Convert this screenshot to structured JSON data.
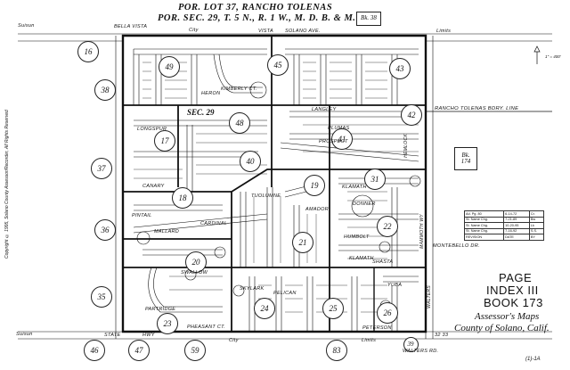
{
  "title": {
    "line1": "POR. LOT 37, RANCHO TOLENAS",
    "line2": "POR. SEC. 29, T. 5 N., R. 1 W., M. D. B. & M. EXT."
  },
  "page_index": {
    "page_label": "PAGE",
    "index_label": "INDEX III",
    "book_label": "BOOK 173",
    "assessor_line1": "Assessor's Maps",
    "assessor_line2": "County of Solano, Calif."
  },
  "book_ref_top": "Bk. 38",
  "book_ref_right": "Bk.\n174",
  "section_label": "SEC. 29",
  "boundary_label": "RANCHO  TOLENAS  BDRY.  LINE",
  "copyright": "Copyright © 1995, Solano County Assessor/Recorder, All Rights Reserved",
  "scale_label": "1\" = 400'",
  "page_numbers": [
    {
      "n": "16"
    },
    {
      "n": "38"
    },
    {
      "n": "37"
    },
    {
      "n": "36"
    },
    {
      "n": "35"
    },
    {
      "n": "46"
    },
    {
      "n": "47"
    },
    {
      "n": "59"
    },
    {
      "n": "83"
    },
    {
      "n": "42"
    },
    {
      "n": "43"
    },
    {
      "n": "45"
    },
    {
      "n": "49"
    },
    {
      "n": "48"
    },
    {
      "n": "41"
    },
    {
      "n": "40"
    },
    {
      "n": "17"
    },
    {
      "n": "18"
    },
    {
      "n": "19"
    },
    {
      "n": "31"
    },
    {
      "n": "22"
    },
    {
      "n": "21"
    },
    {
      "n": "20"
    },
    {
      "n": "23"
    },
    {
      "n": "24"
    },
    {
      "n": "25"
    },
    {
      "n": "26"
    },
    {
      "n": "39"
    }
  ],
  "streets": {
    "suisun_top": "Suisun",
    "bella_vista": "BELLA VISTA",
    "solano_ave": "SOLANO AVE.",
    "city": "City",
    "limits": "Limits",
    "vista": "VISTA",
    "langley": "LANGLEY",
    "plumas": "PLUMAS",
    "prospect": "PROSPECT",
    "klamath": "KLAMATH",
    "amador": "AMADOR",
    "donner": "DONNER",
    "humbolt": "HUMBOLT",
    "shasta": "SHASTA",
    "yuba": "YUBA",
    "hemlock": "HEMLOCK",
    "walters": "WALTERS",
    "mammoth": "MAMMOTH WY",
    "montebello": "MONTEBELLO DR.",
    "tuolumne": "TUOLUMNE",
    "peterson": "PETERSON",
    "state": "STATE",
    "hwy": "HWY",
    "suisun_bottom": "Suisun",
    "city_bottom": "City",
    "limits_bottom": "Limits",
    "walters_rd": "WALTERS RD.",
    "pheasant": "PHEASANT CT.",
    "partridge": "PARTRIDGE",
    "swallow": "SWALLOW",
    "skylark": "SKYLARK",
    "pelican": "PELICAN",
    "heron": "HERON",
    "kimberly": "KIMBERLY CT.",
    "cardinal": "CARDINAL",
    "pintail": "PINTAIL",
    "mallard": "MALLARD",
    "canary": "CANARY",
    "longspur": "LONGSPUR"
  },
  "revision_table": {
    "rows": [
      [
        "Ad. Pg. 80",
        "6-14-72",
        "Cr."
      ],
      [
        "St. Name Chg.",
        "7-21-89",
        "Bw"
      ],
      [
        "St. Name Chg.",
        "10-20-95",
        "Lk"
      ],
      [
        "St. Name Chg.",
        "7-16-92",
        "S.S."
      ],
      [
        "REVISION",
        "DATE",
        "BY"
      ]
    ]
  },
  "corner_right_bottom": "(1)-1A",
  "road_number_bottom": "32 33",
  "road_number_bottom2": "33"
}
